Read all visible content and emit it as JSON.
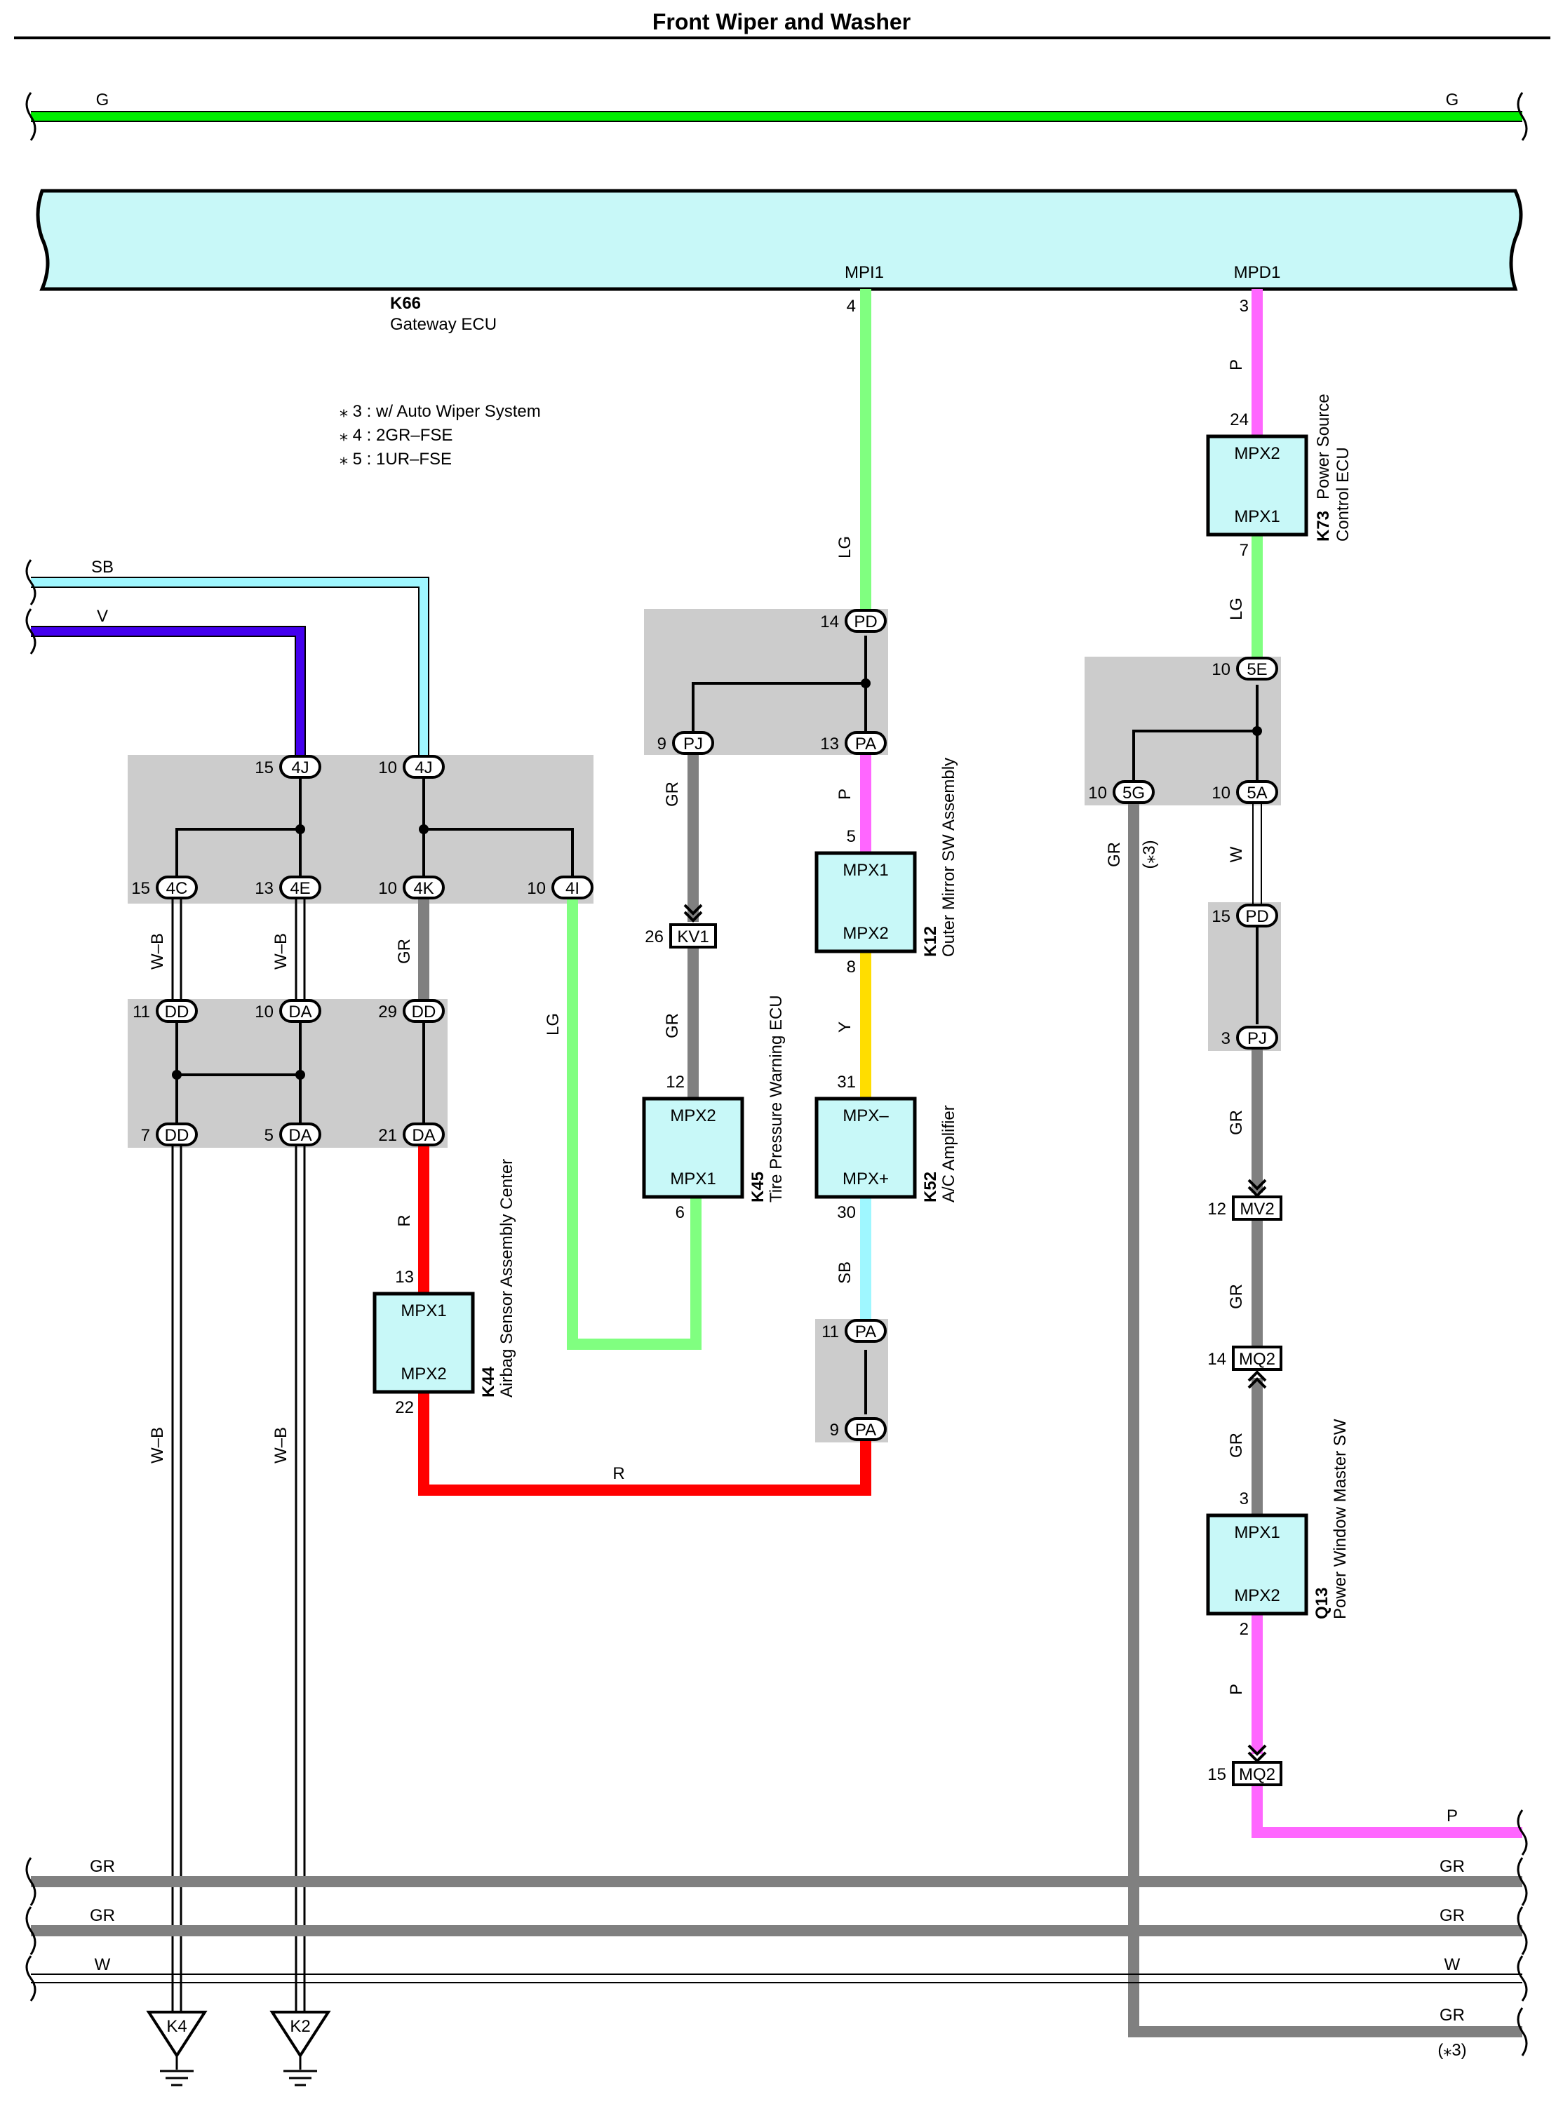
{
  "title": "Front Wiper and Washer",
  "colors": {
    "G": "#00ee00",
    "LG": "#80ff80",
    "SB": "#9ff7ff",
    "V": "#4400ee",
    "GR": "#808080",
    "P": "#ff66ff",
    "R": "#ff0000",
    "Y": "#ffdd00",
    "W": "#ffffff",
    "WB": "#ffffff",
    "ecu_fill": "#c8f8f8",
    "junction_fill": "#cccccc"
  },
  "rails": {
    "g_top_left": "G",
    "g_top_right": "G",
    "sb": "SB",
    "v": "V",
    "p_right": "P",
    "gr1_left": "GR",
    "gr1_right": "GR",
    "gr2_left": "GR",
    "gr2_right": "GR",
    "w_left": "W",
    "w_right": "W",
    "gr3_right": "GR",
    "gr3_note": "(⁎3)"
  },
  "gateway": {
    "id": "K66",
    "name": "Gateway ECU",
    "pin_mpi1": "MPI1",
    "pin_mpd1": "MPD1",
    "pin_mpi1_num": "4",
    "pin_mpd1_num": "3"
  },
  "notes": [
    "⁎ 3 : w/ Auto Wiper System",
    "⁎ 4 : 2GR–FSE",
    "⁎ 5 : 1UR–FSE"
  ],
  "components": {
    "k73": {
      "id": "K73",
      "name1": "Power Source",
      "name2": "Control ECU",
      "top": "MPX2",
      "bottom": "MPX1",
      "pin_top": "24",
      "pin_bottom": "7"
    },
    "k12": {
      "id": "K12",
      "name": "Outer Mirror SW Assembly",
      "top": "MPX1",
      "bottom": "MPX2",
      "pin_top": "5",
      "pin_bottom": "8"
    },
    "k52": {
      "id": "K52",
      "name": "A/C Amplifier",
      "top": "MPX–",
      "bottom": "MPX+",
      "pin_top": "31",
      "pin_bottom": "30"
    },
    "k45": {
      "id": "K45",
      "name": "Tire Pressure Warning ECU",
      "top": "MPX2",
      "bottom": "MPX1",
      "pin_top": "12",
      "pin_bottom": "6"
    },
    "k44": {
      "id": "K44",
      "name": "Airbag Sensor Assembly Center",
      "top": "MPX1",
      "bottom": "MPX2",
      "pin_top": "13",
      "pin_bottom": "22"
    },
    "q13": {
      "id": "Q13",
      "name": "Power Window Master SW",
      "top": "MPX1",
      "bottom": "MPX2",
      "pin_top": "3",
      "pin_bottom": "2"
    }
  },
  "connectors": {
    "c4j15": {
      "pin": "15",
      "code": "4J"
    },
    "c4j10": {
      "pin": "10",
      "code": "4J"
    },
    "c4c": {
      "pin": "15",
      "code": "4C"
    },
    "c4e": {
      "pin": "13",
      "code": "4E"
    },
    "c4k": {
      "pin": "10",
      "code": "4K"
    },
    "c4i": {
      "pin": "10",
      "code": "4I"
    },
    "cdd11": {
      "pin": "11",
      "code": "DD"
    },
    "cda10": {
      "pin": "10",
      "code": "DA"
    },
    "cdd29": {
      "pin": "29",
      "code": "DD"
    },
    "cdd7": {
      "pin": "7",
      "code": "DD"
    },
    "cda5": {
      "pin": "5",
      "code": "DA"
    },
    "cda21": {
      "pin": "21",
      "code": "DA"
    },
    "cpd14": {
      "pin": "14",
      "code": "PD"
    },
    "cpj9": {
      "pin": "9",
      "code": "PJ"
    },
    "cpa13": {
      "pin": "13",
      "code": "PA"
    },
    "ckv1": {
      "pin": "26",
      "code": "KV1"
    },
    "cpa11": {
      "pin": "11",
      "code": "PA"
    },
    "cpa9": {
      "pin": "9",
      "code": "PA"
    },
    "c5e": {
      "pin": "10",
      "code": "5E"
    },
    "c5g": {
      "pin": "10",
      "code": "5G"
    },
    "c5a": {
      "pin": "10",
      "code": "5A"
    },
    "cpd15": {
      "pin": "15",
      "code": "PD"
    },
    "cpj3": {
      "pin": "3",
      "code": "PJ"
    },
    "cmv2": {
      "pin": "12",
      "code": "MV2"
    },
    "cmq2a": {
      "pin": "14",
      "code": "MQ2"
    },
    "cmq2b": {
      "pin": "15",
      "code": "MQ2"
    }
  },
  "wire_labels": {
    "lg1": "LG",
    "p1": "P",
    "lg2": "LG",
    "gr_kv1a": "GR",
    "gr_kv1b": "GR",
    "p2": "P",
    "y": "Y",
    "sb2": "SB",
    "gr_5g": "GR",
    "gr_5g_note": "(⁎3)",
    "w_5a": "W",
    "gr_q1": "GR",
    "gr_q2": "GR",
    "gr_q3": "GR",
    "p_q13": "P",
    "wb1": "W–B",
    "wb2": "W–B",
    "gr_4k": "GR",
    "lg_4i": "LG",
    "r_k44": "R",
    "wb3": "W–B",
    "wb4": "W–B",
    "r_bottom": "R"
  },
  "grounds": {
    "k4": "K4",
    "k2": "K2"
  }
}
